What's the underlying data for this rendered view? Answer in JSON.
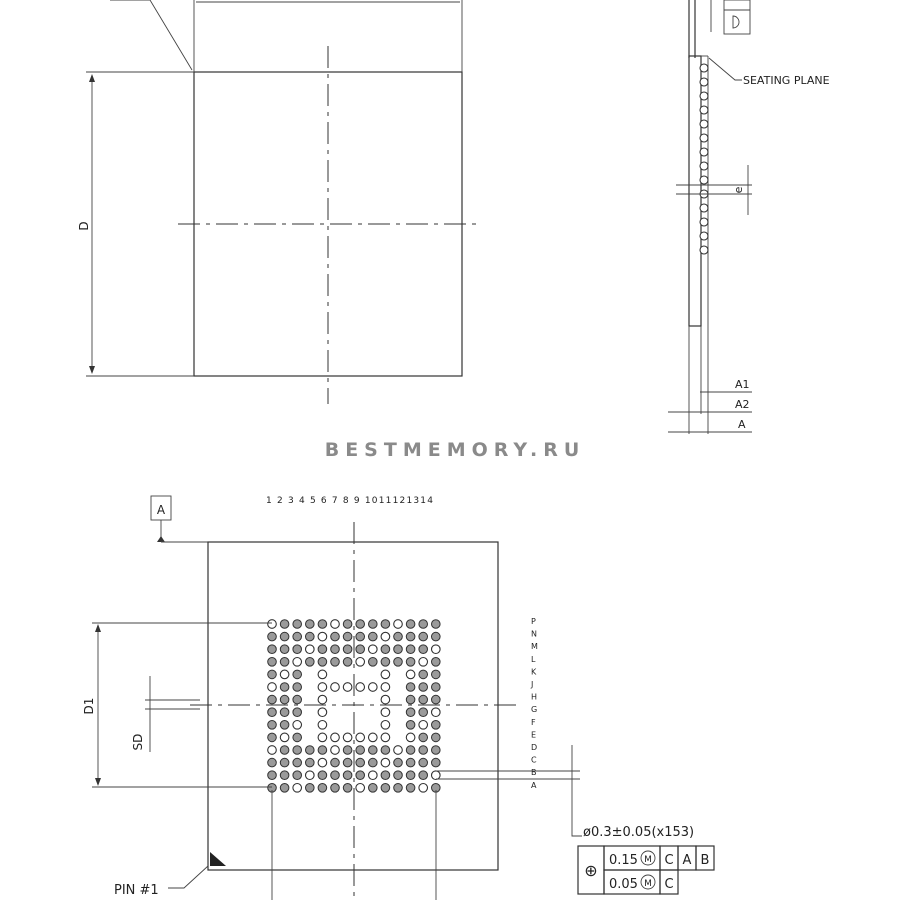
{
  "watermark": "BESTMEMORY.RU",
  "top_view": {
    "dim_label": "D"
  },
  "side_view": {
    "seating_plane": "SEATING PLANE",
    "pitch_label": "e",
    "a1": "A1",
    "a2": "A2",
    "a": "A"
  },
  "bottom_view": {
    "datum_a": "A",
    "column_numbers": [
      "1",
      "2",
      "3",
      "4",
      "5",
      "6",
      "7",
      "8",
      "9",
      "10",
      "11",
      "12",
      "13",
      "14"
    ],
    "column_numbers_text": "1 2 3 4 5 6 7 8 9 1011121314",
    "row_letters": [
      "P",
      "N",
      "M",
      "L",
      "K",
      "J",
      "H",
      "G",
      "F",
      "E",
      "D",
      "C",
      "B",
      "A"
    ],
    "d1_label": "D1",
    "sd_label": "SD",
    "ball_spec": "ø0.3±0.05(x153)",
    "pin1_label": "PIN #1",
    "tolerance_frame": {
      "symbol": "⊕",
      "row1": {
        "tol": "0.15",
        "mod": "M",
        "datums": [
          "C",
          "A",
          "B"
        ]
      },
      "row2": {
        "tol": "0.05",
        "mod": "M",
        "datums": [
          "C"
        ]
      }
    },
    "top_view_corner_datum": "D"
  }
}
